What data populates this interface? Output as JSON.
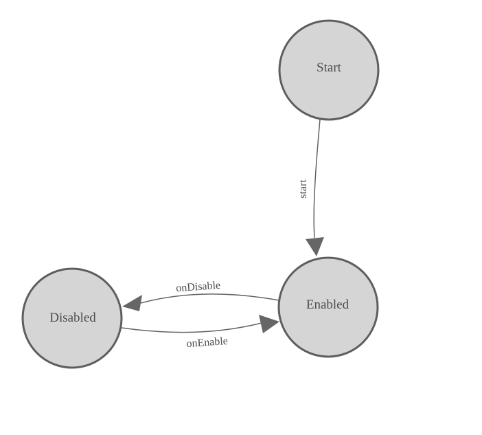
{
  "diagram": {
    "type": "finite-state-machine",
    "background": "#ffffff",
    "nodes": [
      {
        "id": "start",
        "label": "Start",
        "fill": "#d5d5d5",
        "stroke": "#5e5e5e"
      },
      {
        "id": "enabled",
        "label": "Enabled",
        "fill": "#d5d5d5",
        "stroke": "#5e5e5e"
      },
      {
        "id": "disabled",
        "label": "Disabled",
        "fill": "#d5d5d5",
        "stroke": "#5e5e5e"
      }
    ],
    "edges": [
      {
        "from": "Start",
        "to": "Enabled",
        "label": "start"
      },
      {
        "from": "Enabled",
        "to": "Disabled",
        "label": "onDisable"
      },
      {
        "from": "Disabled",
        "to": "Enabled",
        "label": "onEnable"
      }
    ],
    "colors": {
      "node_fill": "#d5d5d5",
      "node_stroke": "#5e5e5e",
      "edge_stroke": "#636363",
      "arrow_fill": "#666666",
      "label_text": "#4d4d4d"
    }
  }
}
